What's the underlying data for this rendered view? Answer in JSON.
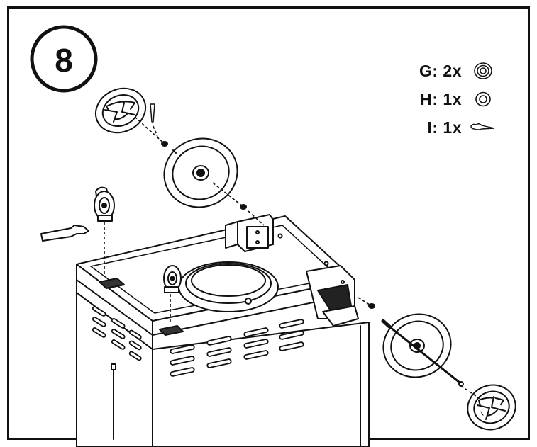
{
  "step": {
    "number": "8"
  },
  "parts": [
    {
      "label": "G: 2x",
      "icon": "double-washer-icon"
    },
    {
      "label": "H: 1x",
      "icon": "washer-icon"
    },
    {
      "label": "I: 1x",
      "icon": "cotter-pin-icon"
    }
  ],
  "colors": {
    "line": "#111111",
    "background": "#ffffff"
  }
}
